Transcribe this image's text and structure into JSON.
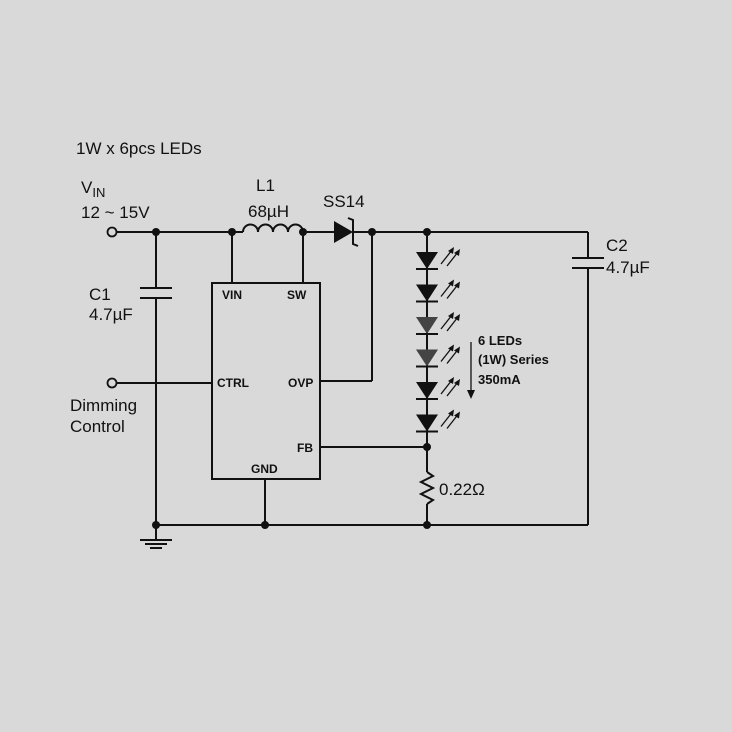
{
  "title": "1W x 6pcs LEDs",
  "vin": {
    "label": "V",
    "sub": "IN",
    "range": "12 ~ 15V"
  },
  "l1": {
    "name": "L1",
    "value": "68µH"
  },
  "diode": {
    "name": "SS14"
  },
  "c1": {
    "name": "C1",
    "value": "4.7µF"
  },
  "c2": {
    "name": "C2",
    "value": "4.7µF"
  },
  "ic": {
    "pins": {
      "vin": "VIN",
      "sw": "SW",
      "ctrl": "CTRL",
      "ovp": "OVP",
      "fb": "FB",
      "gnd": "GND"
    }
  },
  "dimming": {
    "line1": "Dimming",
    "line2": "Control"
  },
  "leds": {
    "count": 6,
    "line1": "6 LEDs",
    "line2": "(1W) Series",
    "line3": "350mA"
  },
  "resistor": {
    "value": "0.22Ω"
  }
}
